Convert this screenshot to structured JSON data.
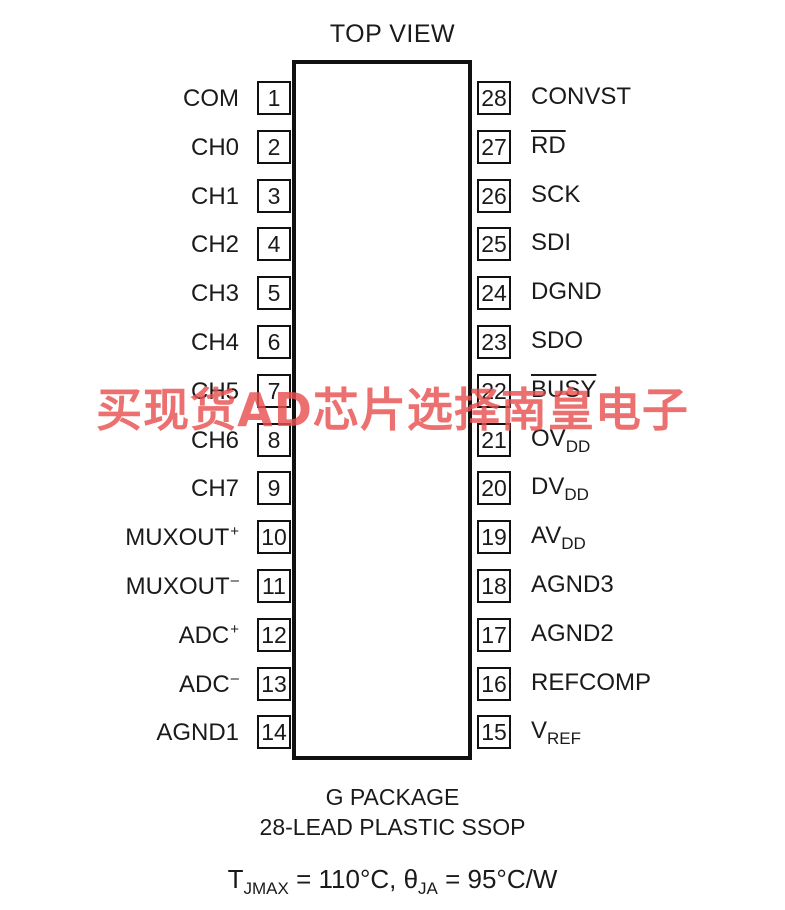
{
  "title": "TOP VIEW",
  "left_pins": [
    {
      "num": "1",
      "name": "COM",
      "sup": ""
    },
    {
      "num": "2",
      "name": "CH0",
      "sup": ""
    },
    {
      "num": "3",
      "name": "CH1",
      "sup": ""
    },
    {
      "num": "4",
      "name": "CH2",
      "sup": ""
    },
    {
      "num": "5",
      "name": "CH3",
      "sup": ""
    },
    {
      "num": "6",
      "name": "CH4",
      "sup": ""
    },
    {
      "num": "7",
      "name": "CH5",
      "sup": ""
    },
    {
      "num": "8",
      "name": "CH6",
      "sup": ""
    },
    {
      "num": "9",
      "name": "CH7",
      "sup": ""
    },
    {
      "num": "10",
      "name": "MUXOUT",
      "sup": "+"
    },
    {
      "num": "11",
      "name": "MUXOUT",
      "sup": "–"
    },
    {
      "num": "12",
      "name": "ADC",
      "sup": "+"
    },
    {
      "num": "13",
      "name": "ADC",
      "sup": "–"
    },
    {
      "num": "14",
      "name": "AGND1",
      "sup": ""
    }
  ],
  "right_pins": [
    {
      "num": "28",
      "name": "CONVST",
      "sub": "",
      "overline": false
    },
    {
      "num": "27",
      "name": "RD",
      "sub": "",
      "overline": true
    },
    {
      "num": "26",
      "name": "SCK",
      "sub": "",
      "overline": false
    },
    {
      "num": "25",
      "name": "SDI",
      "sub": "",
      "overline": false
    },
    {
      "num": "24",
      "name": "DGND",
      "sub": "",
      "overline": false
    },
    {
      "num": "23",
      "name": "SDO",
      "sub": "",
      "overline": false
    },
    {
      "num": "22",
      "name": "BUSY",
      "sub": "",
      "overline": true
    },
    {
      "num": "21",
      "name": "OV",
      "sub": "DD",
      "overline": false
    },
    {
      "num": "20",
      "name": "DV",
      "sub": "DD",
      "overline": false
    },
    {
      "num": "19",
      "name": "AV",
      "sub": "DD",
      "overline": false
    },
    {
      "num": "18",
      "name": "AGND3",
      "sub": "",
      "overline": false
    },
    {
      "num": "17",
      "name": "AGND2",
      "sub": "",
      "overline": false
    },
    {
      "num": "16",
      "name": "REFCOMP",
      "sub": "",
      "overline": false
    },
    {
      "num": "15",
      "name": "V",
      "sub": "REF",
      "overline": false
    }
  ],
  "package": {
    "line1": "G PACKAGE",
    "line2": "28-LEAD PLASTIC SSOP"
  },
  "thermal": {
    "t_symbol": "T",
    "t_sub": "JMAX",
    "t_value": " = 110°C, ",
    "theta_symbol": "θ",
    "theta_sub": "JA",
    "theta_value": " = 95°C/W"
  },
  "watermark": "买现货AD芯片选择南皇电子"
}
